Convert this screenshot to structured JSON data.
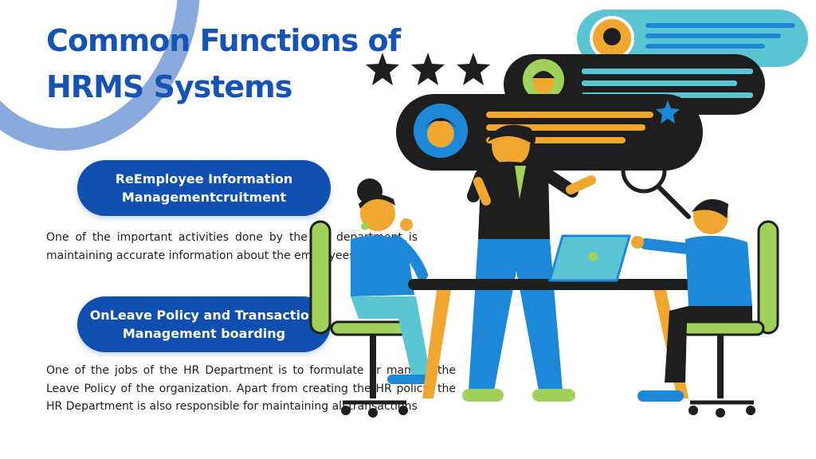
{
  "title_line1": "Common Functions of",
  "title_line2": "HRMS Systems",
  "section1": {
    "heading_line1": "ReEmployee Information",
    "heading_line2": "Managementcruitment",
    "body": "One of the important activities done by the HR department is maintaining accurate information about the employees"
  },
  "section2": {
    "heading_line1": "OnLeave Policy and Transaction",
    "heading_line2": "Management boarding",
    "body": "One of the jobs of the HR Department is to formulate or manage the Leave Policy of the organization. Apart from creating the HR policy, the HR Department is also responsible for maintaining all transactions"
  },
  "colors": {
    "brand_blue": "#1553b5",
    "pill_blue": "#0e4fb0",
    "arc": "#8aa9dc",
    "teal": "#5bc5d3",
    "orange": "#f1a62f",
    "dark": "#1e1e1e",
    "green": "#9fd15b",
    "blue_fig": "#1e88d8"
  },
  "icons": [
    "star-icon",
    "avatar-icon",
    "magnifier-icon",
    "laptop-icon"
  ]
}
